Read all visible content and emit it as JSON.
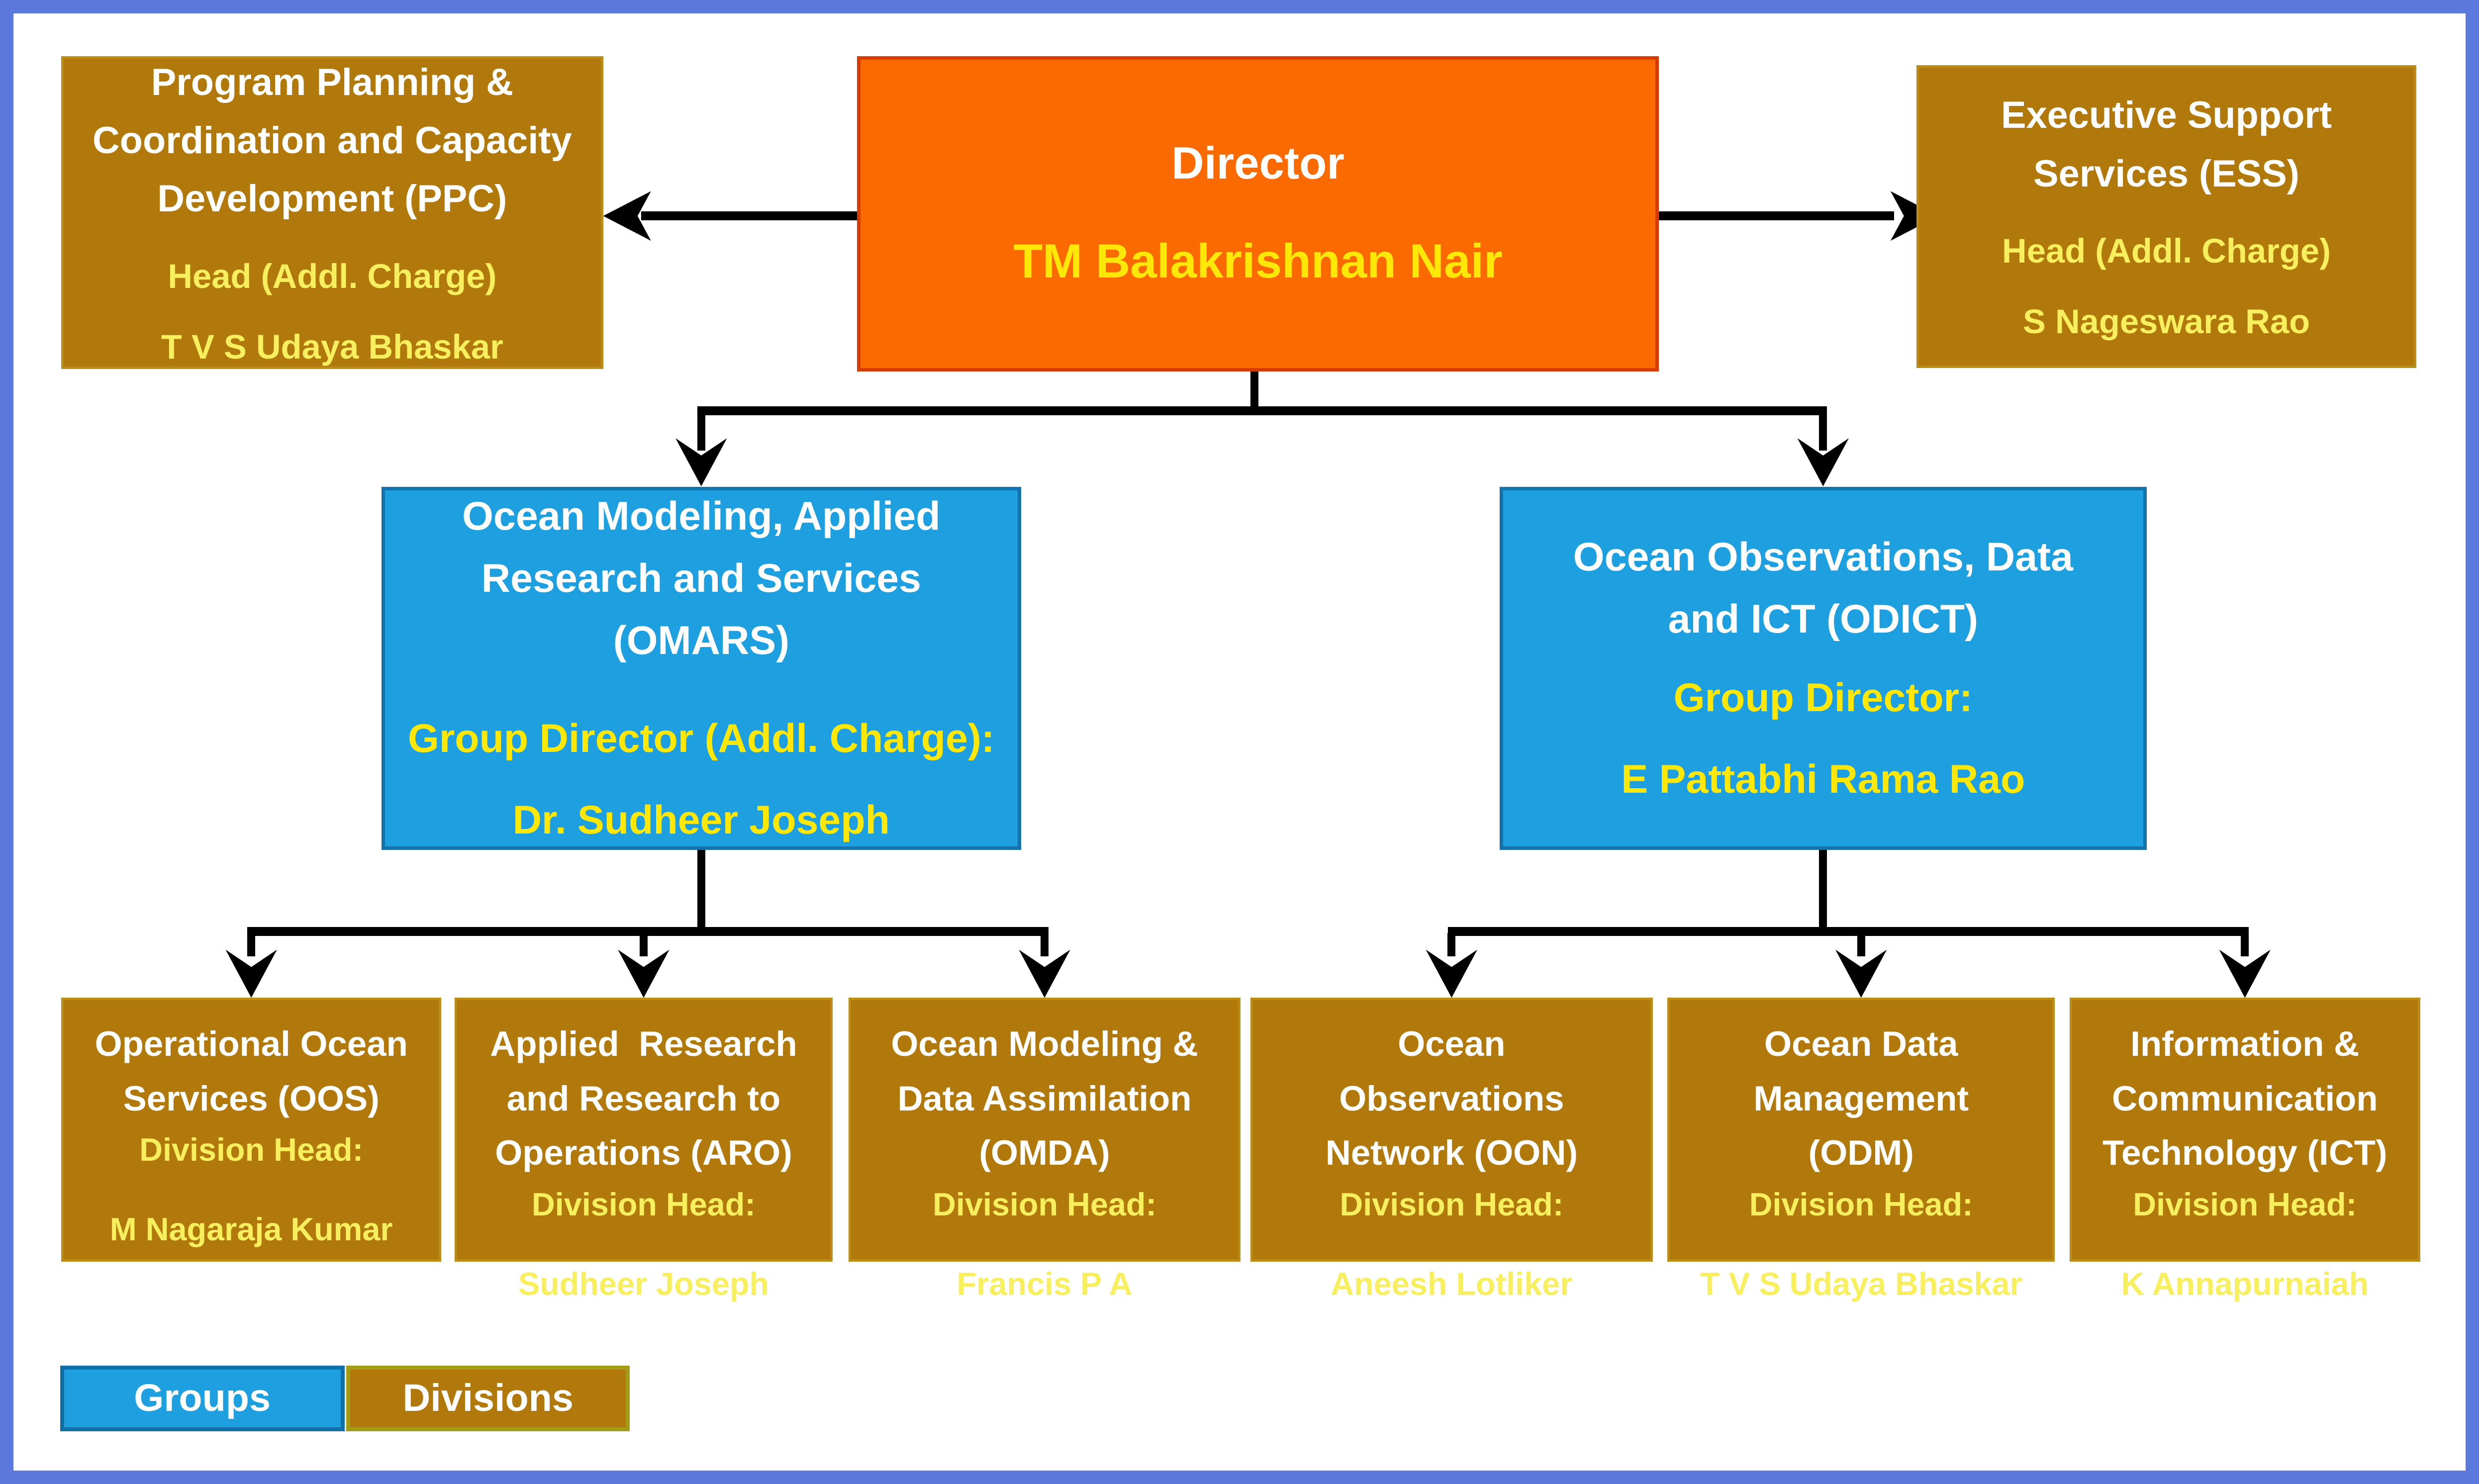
{
  "legend": {
    "groups_label": "Groups",
    "divisions_label": "Divisions"
  },
  "nodes": {
    "director": {
      "title": "Director",
      "name": "TM  Balakrishnan Nair"
    },
    "ppc": {
      "title": "Program Planning &\nCoordination and Capacity\nDevelopment (PPC)",
      "role": "Head (Addl. Charge)",
      "name": "T V S Udaya Bhaskar"
    },
    "ess": {
      "title": "Executive Support\nServices (ESS)",
      "role": "Head (Addl. Charge)",
      "name": "S Nageswara Rao"
    },
    "omars": {
      "title": "Ocean Modeling, Applied\nResearch and Services\n(OMARS)",
      "role": "Group Director (Addl. Charge):",
      "name": "Dr. Sudheer Joseph"
    },
    "odict": {
      "title": "Ocean Observations, Data\nand ICT (ODICT)",
      "role": "Group Director:",
      "name": "E Pattabhi Rama Rao"
    },
    "oos": {
      "title": "Operational Ocean\nServices (OOS)",
      "role": "Division Head:",
      "name": "M Nagaraja Kumar"
    },
    "aro": {
      "title": "Applied  Research\nand Research to\nOperations (ARO)",
      "role": "Division Head:",
      "name": "Sudheer Joseph"
    },
    "omda": {
      "title": "Ocean Modeling &\nData Assimilation\n(OMDA)",
      "role": "Division Head:",
      "name": "Francis P A"
    },
    "oon": {
      "title": "Ocean\nObservations\nNetwork (OON)",
      "role": "Division Head:",
      "name": "Aneesh Lotliker"
    },
    "odm": {
      "title": "Ocean Data\nManagement\n(ODM)",
      "role": "Division Head:",
      "name": "T V S Udaya Bhaskar"
    },
    "ict": {
      "title": "Information &\nCommunication\nTechnology (ICT)",
      "role": "Division Head:",
      "name": "K Annapurnaiah"
    }
  },
  "colors": {
    "frame_border": "#5B79DD",
    "director_fill": "#FA6A00",
    "director_border": "#D63C00",
    "group_fill": "#1E9FE0",
    "group_border": "#1371AB",
    "division_fill": "#B1790B",
    "division_border": "#A49B16",
    "title_text": "#FFFFFF",
    "name_bright_yellow": "#FFE808",
    "name_pale_yellow": "#F8EF5E",
    "connector": "#000000"
  }
}
